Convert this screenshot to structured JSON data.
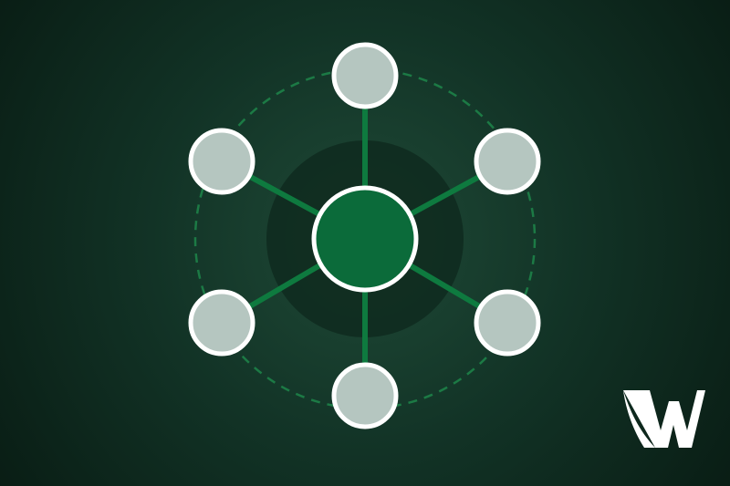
{
  "logo": {
    "mark": "W",
    "icon": "brand-logo-icon"
  },
  "colors": {
    "background_center": "#1f4a37",
    "background_mid": "#123326",
    "background_edge": "#081a12",
    "center_shadow": "#0f2a1f",
    "hub_fill": "#0b6b3a",
    "spoke": "#0e7a3f",
    "dashed_ring": "#1c7a45",
    "node_fill": "#b5c6c0",
    "outline": "#ffffff",
    "logo": "#ffffff"
  },
  "diagram": {
    "hub": "central-hub",
    "satellites": [
      "node-top",
      "node-upper-right",
      "node-lower-right",
      "node-bottom",
      "node-lower-left",
      "node-upper-left"
    ]
  }
}
